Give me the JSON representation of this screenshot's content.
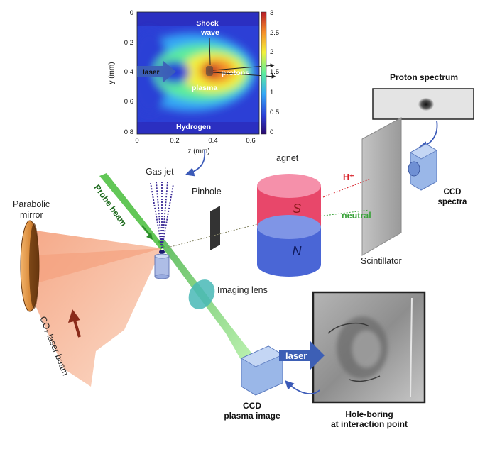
{
  "heatmap": {
    "ylabel": "y (mm)",
    "xlabel": "z (mm)",
    "y_ticks": [
      "0",
      "0.2",
      "0.4",
      "0.6",
      "0.8"
    ],
    "x_ticks": [
      "0",
      "0.2",
      "0.4",
      "0.6"
    ],
    "colorbar_ticks": [
      "3",
      "2.5",
      "2",
      "1.5",
      "1",
      "0.5",
      "0"
    ],
    "labels": {
      "laser": "laser",
      "shock_line1": "Shock",
      "shock_line2": "wave",
      "protons": "protons",
      "plasma": "plasma",
      "hydrogen": "Hydrogen"
    }
  },
  "chart_data": {
    "type": "heatmap",
    "title": "",
    "xlabel": "z (mm)",
    "ylabel": "y (mm)",
    "xlim": [
      0,
      0.65
    ],
    "ylim": [
      0.8,
      0
    ],
    "colorbar_range": [
      0,
      3
    ],
    "colorbar_ticks": [
      0,
      0.5,
      1,
      1.5,
      2,
      2.5,
      3
    ],
    "annotations": [
      "laser",
      "Shock wave",
      "protons",
      "plasma",
      "Hydrogen"
    ]
  },
  "labels": {
    "proton_spectrum": "Proton spectrum",
    "ccd_spectra_line1": "CCD",
    "ccd_spectra_line2": "spectra",
    "gas_jet": "Gas jet",
    "magnet": "agnet",
    "pinhole": "Pinhole",
    "h_plus": "H⁺",
    "neutral": "neutral",
    "magnet_s": "S",
    "magnet_n": "N",
    "scintillator": "Scintillator",
    "parabolic_line1": "Parabolic",
    "parabolic_line2": "mirror",
    "probe_beam": "Probe beam",
    "imaging_lens": "Imaging lens",
    "co2_laser": "CO₂ laser beam",
    "laser_tag": "laser",
    "ccd_plasma_line1": "CCD",
    "ccd_plasma_line2": "plasma image",
    "hole_line1": "Hole-boring",
    "hole_line2": "at interaction point"
  },
  "colors": {
    "magnet_s": "#e8476a",
    "magnet_n": "#4a66d6",
    "laser_tag": "#3d5fb5",
    "probe_beam": "#4cc43c",
    "co2_beam": "#f6b08e",
    "neutral_text": "#3aa33a",
    "h_plus_text": "#d8222a"
  }
}
